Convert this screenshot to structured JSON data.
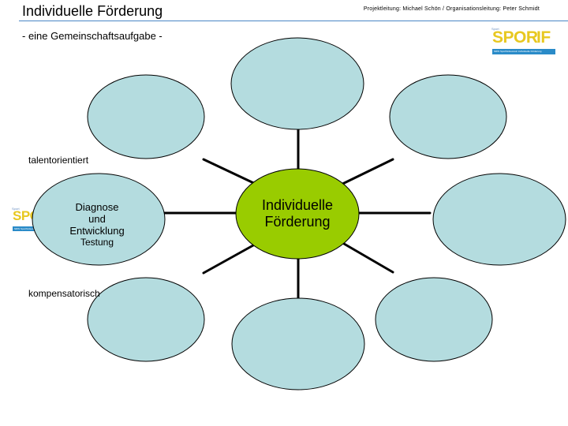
{
  "header": {
    "title": "Individuelle Förderung",
    "project_info": "Projektleitung: Michael Schön / Organisationsleitung: Peter Schmidt",
    "subtitle": "- eine Gemeinschaftsaufgabe -"
  },
  "logo": {
    "prefix": "Sport",
    "word_a": "SPOR",
    "word_b": "IF",
    "bar_text": "NRW Sportfördeverein individuelle Förderung"
  },
  "diagram": {
    "center_label": [
      "Individuelle",
      "Förderung"
    ],
    "left_node": {
      "title": [
        "Diagnose",
        "und",
        "Entwicklung"
      ],
      "sub": "Testung"
    },
    "annotations": {
      "upper": "talentorientiert",
      "lower": "kompensatorisch"
    },
    "colors": {
      "center_fill": "#99cc00",
      "node_fill": "#b4dcdf",
      "stroke": "#000000",
      "header_line": "#4a86c5",
      "logo_yellow": "#e8c820",
      "logo_blue": "#2a8bc8"
    }
  }
}
